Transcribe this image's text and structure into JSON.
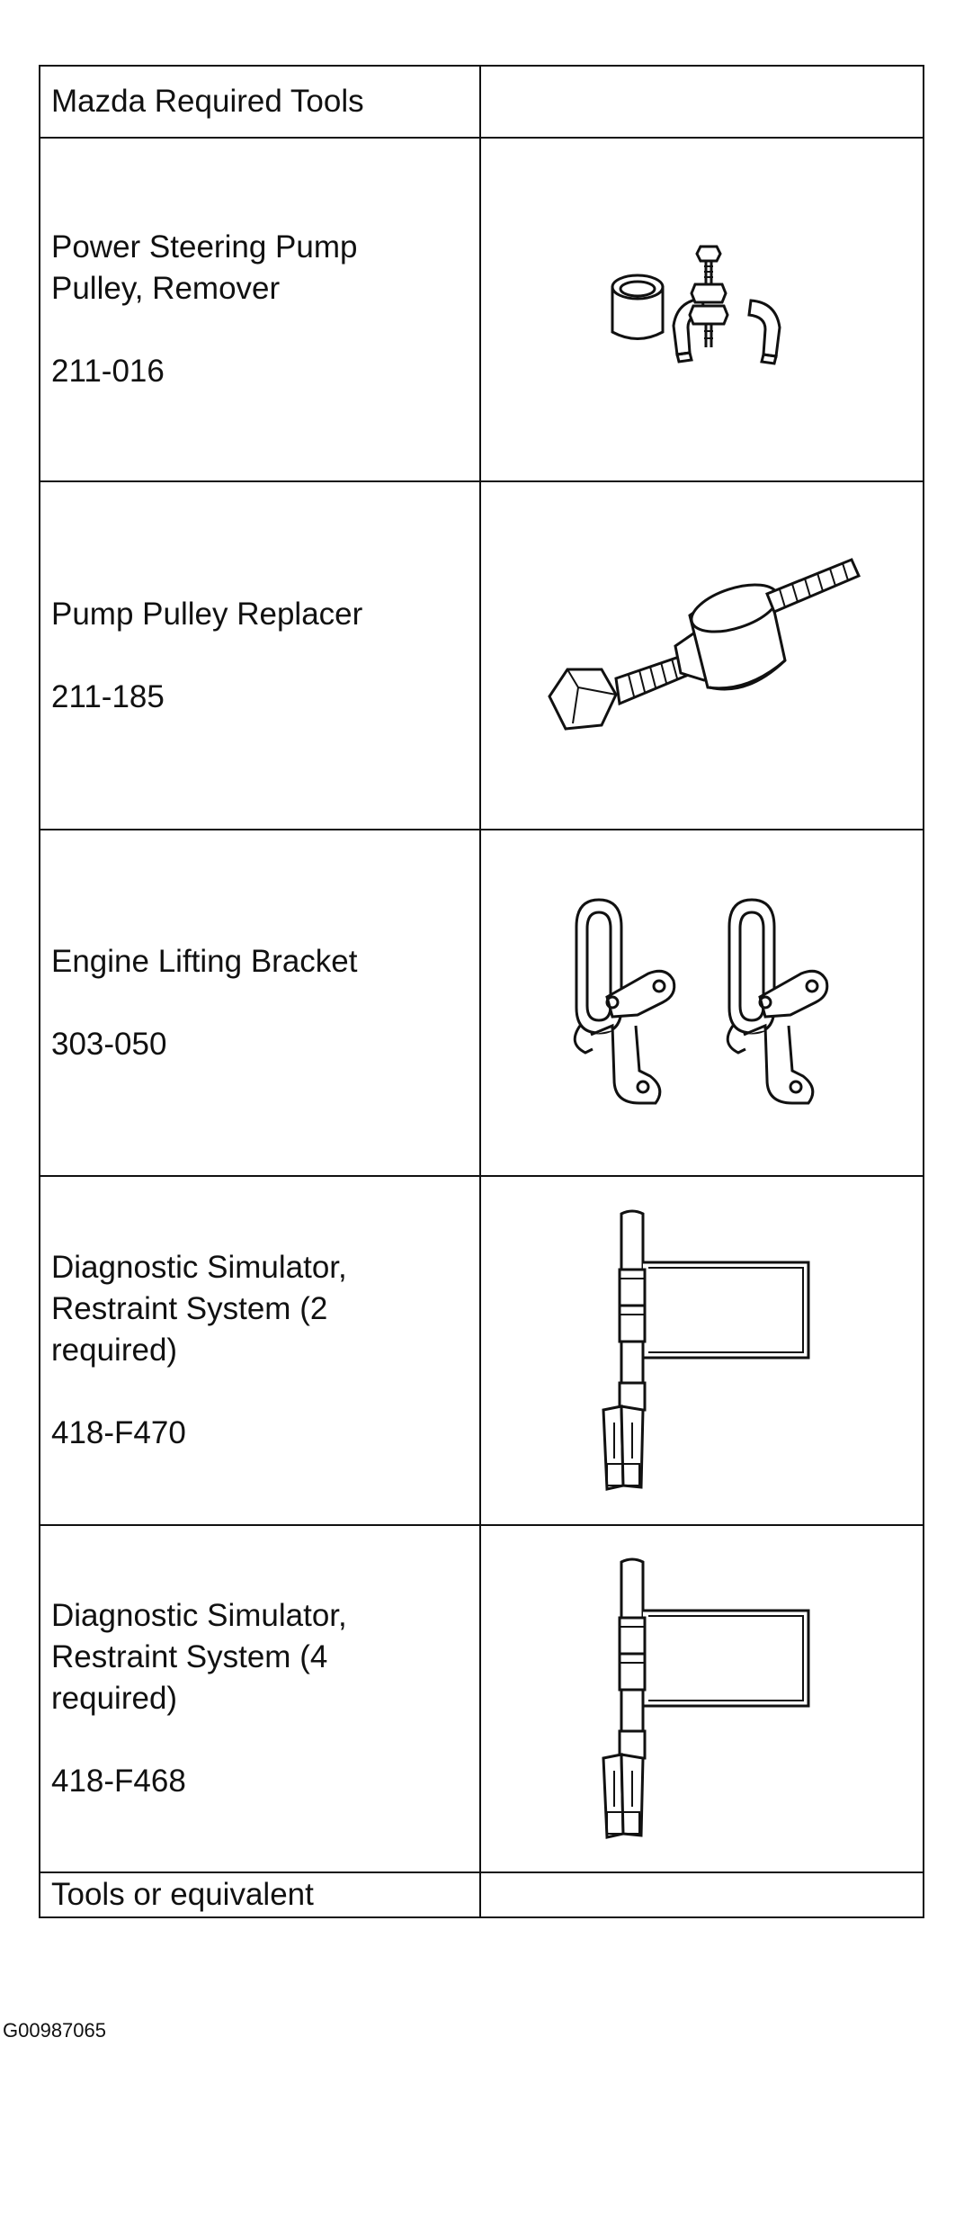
{
  "table": {
    "header": "Mazda Required Tools",
    "rows": [
      {
        "name": "Power Steering Pump Pulley, Remover",
        "part": "211-016",
        "icon": "pulley-remover-icon"
      },
      {
        "name": "Pump Pulley Replacer",
        "part": "211-185",
        "icon": "pulley-replacer-icon"
      },
      {
        "name": "Engine Lifting Bracket",
        "part": "303-050",
        "icon": "lifting-bracket-icon"
      },
      {
        "name": "Diagnostic Simulator, Restraint System (2 required)",
        "part": "418-F470",
        "icon": "diagnostic-simulator-icon"
      },
      {
        "name": "Diagnostic Simulator, Restraint System (4 required)",
        "part": "418-F468",
        "icon": "diagnostic-simulator-icon"
      }
    ],
    "footer": "Tools or equivalent"
  },
  "figure_id": "G00987065"
}
